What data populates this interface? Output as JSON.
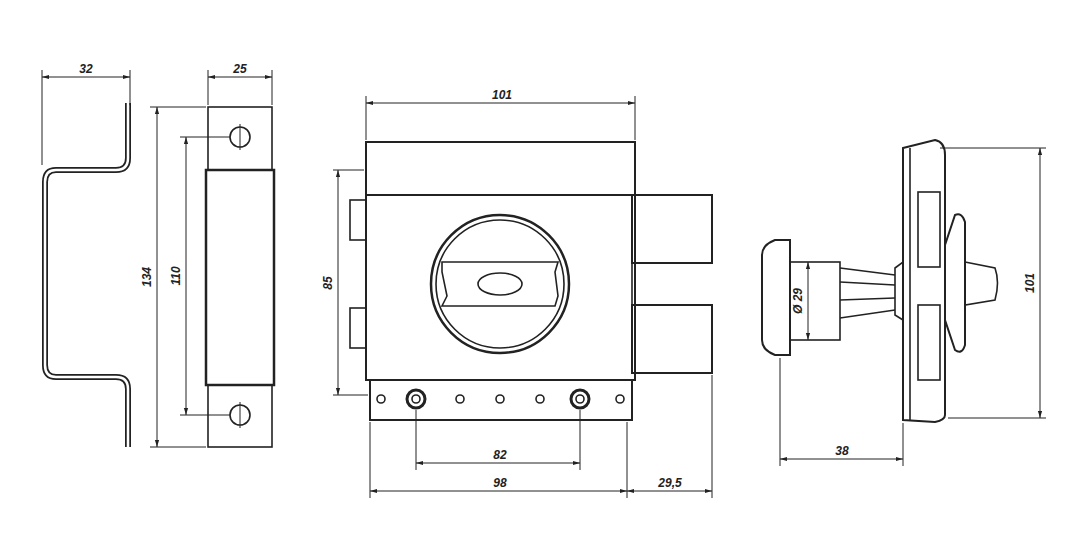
{
  "diagram": {
    "labels": [
      "32",
      "25",
      "134",
      "110",
      "101",
      "85",
      "82",
      "98",
      "29,5",
      "Ø 29",
      "38",
      "101"
    ]
  }
}
